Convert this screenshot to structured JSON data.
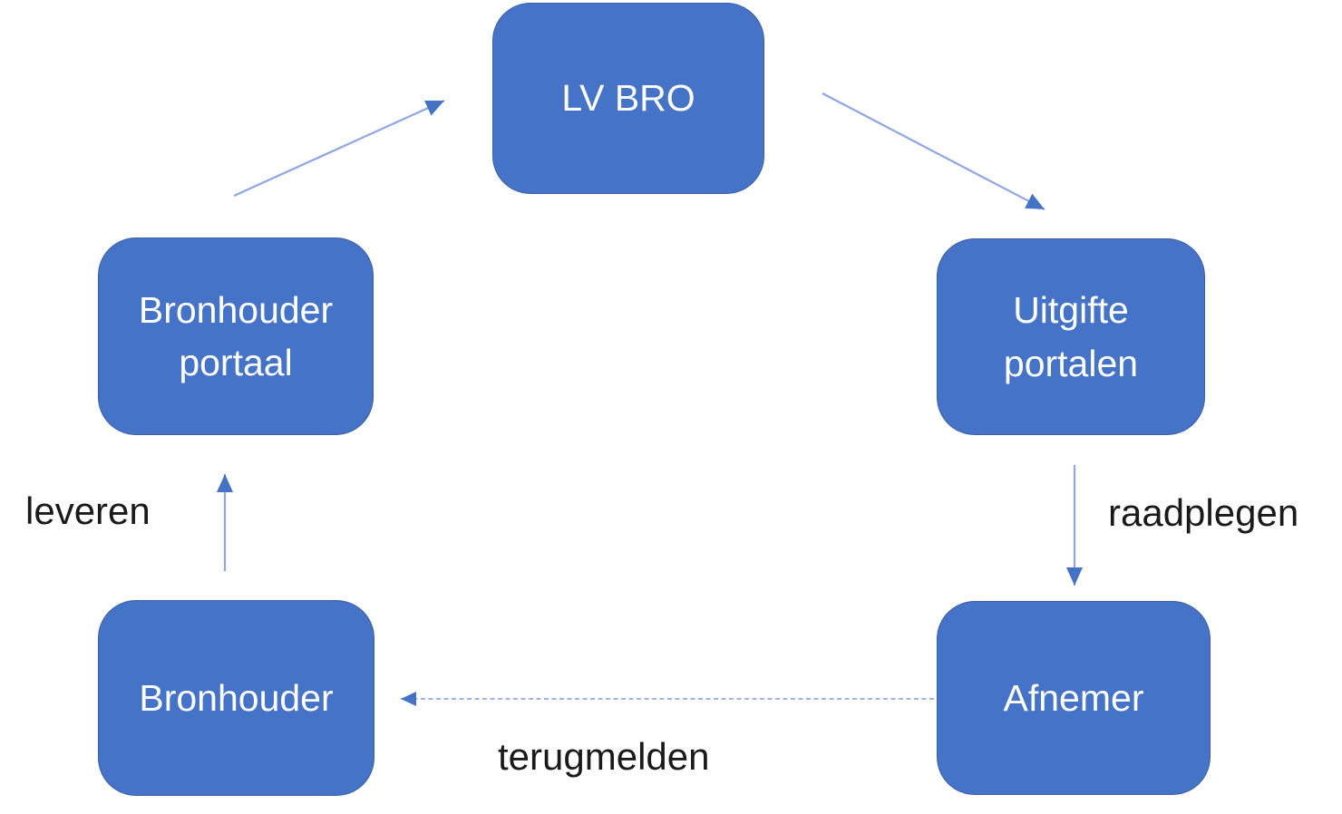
{
  "diagram": {
    "background": "#FFFFFF",
    "colors": {
      "node_fill": "#4573C7",
      "node_border": "#3C5FA3",
      "node_text": "#FFFFFF",
      "arrow_line": "#8EA6E2",
      "arrow_head": "#4472C4",
      "label_text": "#1A1A1A"
    },
    "nodes": {
      "lv_bro": {
        "label": "LV BRO"
      },
      "bronhouder_portaal": {
        "label": "Bronhouder portaal"
      },
      "uitgifte_portalen": {
        "label": "Uitgifte portalen"
      },
      "bronhouder": {
        "label": "Bronhouder"
      },
      "afnemer": {
        "label": "Afnemer"
      }
    },
    "edges": {
      "portaal_naar_lv": {
        "label": "",
        "from": "Bronhouder portaal",
        "to": "LV BRO",
        "style": "solid"
      },
      "lv_naar_uitgifte": {
        "label": "",
        "from": "LV BRO",
        "to": "Uitgifte portalen",
        "style": "solid"
      },
      "raadplegen": {
        "label": "raadplegen",
        "from": "Uitgifte portalen",
        "to": "Afnemer",
        "style": "solid"
      },
      "terugmelden": {
        "label": "terugmelden",
        "from": "Afnemer",
        "to": "Bronhouder",
        "style": "dashed"
      },
      "leveren": {
        "label": "leveren",
        "from": "Bronhouder",
        "to": "Bronhouder portaal",
        "style": "solid"
      }
    }
  }
}
